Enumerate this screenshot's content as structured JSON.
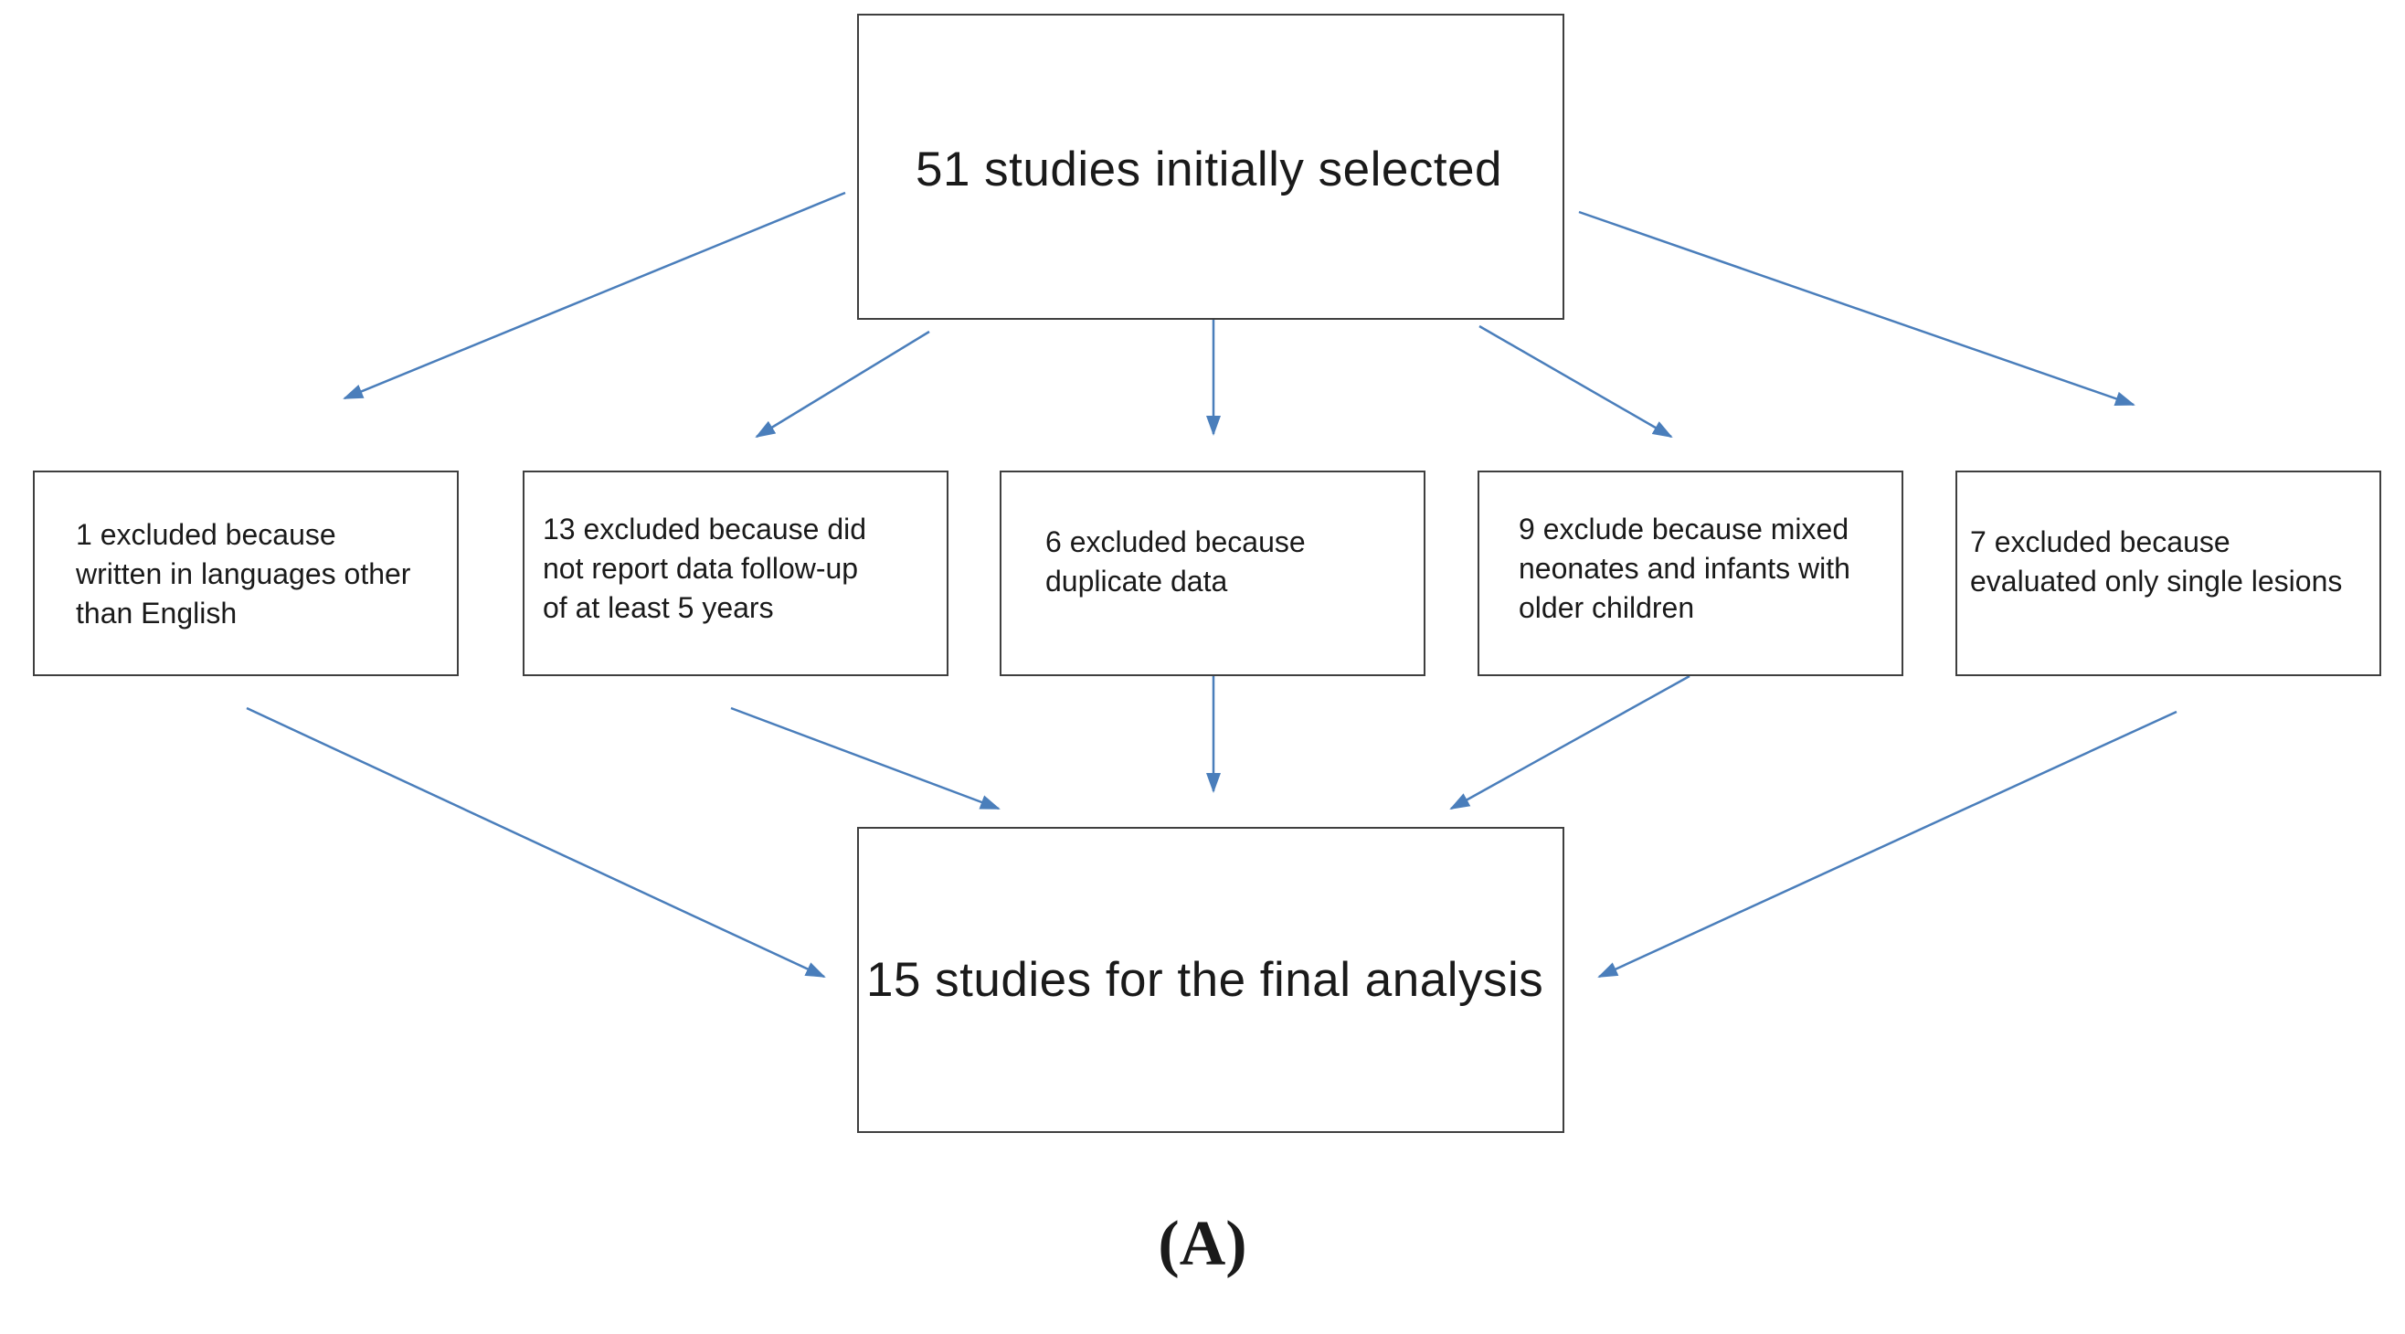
{
  "diagram": {
    "colors": {
      "arrow": "#4a7ebb",
      "box_border": "#3f3f3f",
      "text": "#1a1a1a"
    },
    "top_box": {
      "text": "51 studies initially selected"
    },
    "exclusions": [
      {
        "lines": [
          "1 excluded because",
          "written in languages other",
          "than English"
        ]
      },
      {
        "lines": [
          "13 excluded because did",
          "not report data follow-up",
          "of at least 5 years"
        ]
      },
      {
        "lines": [
          "6 excluded because",
          "duplicate data"
        ]
      },
      {
        "lines": [
          "9 exclude because mixed",
          "neonates and infants with",
          "older children"
        ]
      },
      {
        "lines": [
          "7 excluded because",
          "evaluated only single lesions"
        ]
      }
    ],
    "bottom_box": {
      "text": "15 studies for the final analysis"
    },
    "caption": "(A)"
  }
}
